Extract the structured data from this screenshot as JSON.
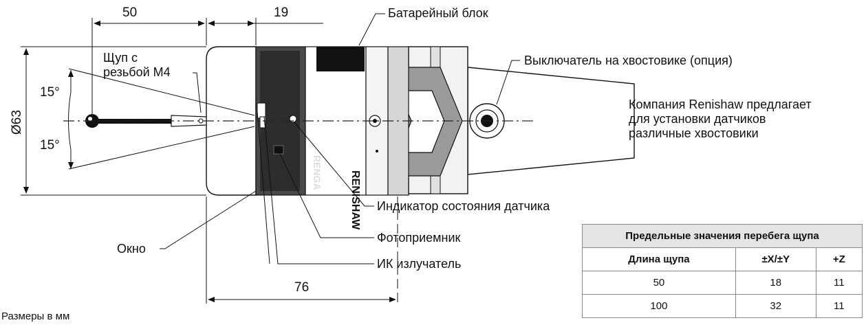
{
  "dimensions": {
    "stylus_offset": "50",
    "body_offset": "19",
    "overall_length": "76",
    "diameter": "Ø63",
    "angle_upper": "15°",
    "angle_lower": "15°"
  },
  "callouts": {
    "battery_block": "Батарейный блок",
    "stylus_line1": "Щуп с",
    "stylus_line2": "резьбой М4",
    "shank_switch": "Выключатель на хвостовике (опция)",
    "renishaw_line1": "Компания Renishaw предлагает",
    "renishaw_line2": "для установки датчиков",
    "renishaw_line3": "различные хвостовики",
    "status_indicator": "Индикатор состояния датчика",
    "window": "Окно",
    "photodetector": "Фотоприемник",
    "ir_emitter": "ИК излучатель"
  },
  "body_markings": {
    "brand_side": "RENISHAW",
    "brand_front": "RENGA"
  },
  "travel_table": {
    "title": "Предельные значения перебега щупа",
    "headers": [
      "Длина щупа",
      "±X/±Y",
      "+Z"
    ],
    "rows": [
      [
        "50",
        "18",
        "11"
      ],
      [
        "100",
        "32",
        "11"
      ]
    ]
  },
  "units_note": "Размеры в мм"
}
